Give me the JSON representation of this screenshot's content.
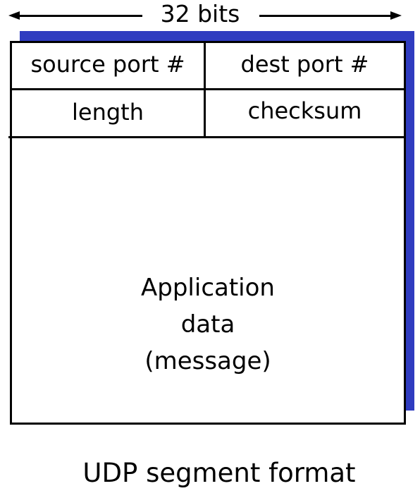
{
  "diagram": {
    "width_label": "32 bits",
    "header_fields": [
      [
        "source port #",
        "dest port #"
      ],
      [
        "length",
        "checksum"
      ]
    ],
    "payload_lines": [
      "Application",
      "data",
      "(message)"
    ],
    "caption": "UDP segment format"
  },
  "colors": {
    "shadow": "#2f3cc0",
    "lines": "#000000",
    "background": "#ffffff"
  }
}
